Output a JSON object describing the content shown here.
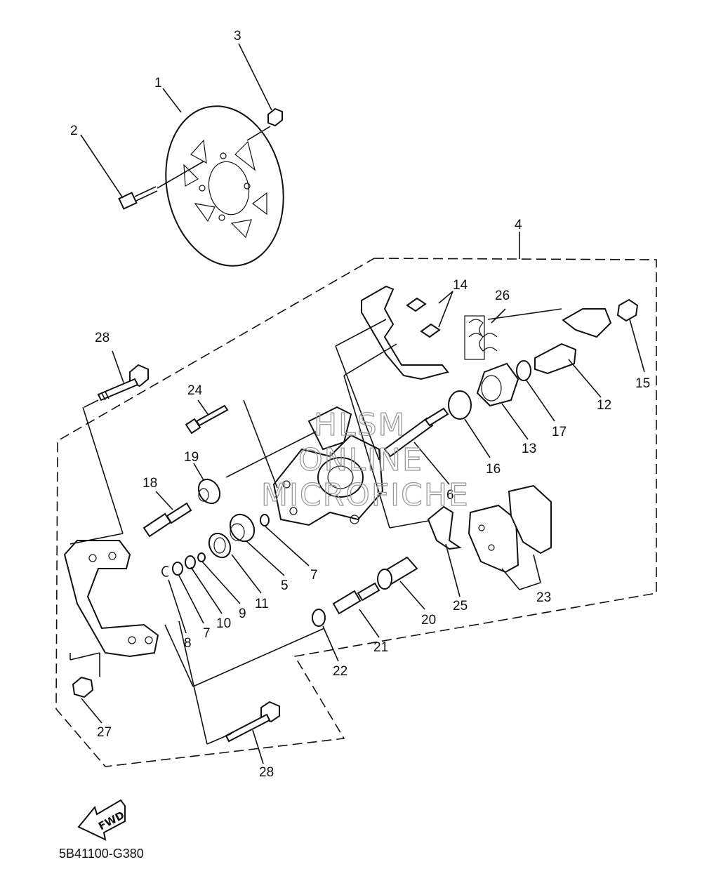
{
  "diagram": {
    "part_labels": {
      "p1": "1",
      "p2": "2",
      "p3": "3",
      "p4": "4",
      "p5": "5",
      "p6": "6",
      "p7a": "7",
      "p7b": "7",
      "p8": "8",
      "p9": "9",
      "p10": "10",
      "p11": "11",
      "p12": "12",
      "p13": "13",
      "p14": "14",
      "p15": "15",
      "p16": "16",
      "p17": "17",
      "p18": "18",
      "p19": "19",
      "p20": "20",
      "p21": "21",
      "p22": "22",
      "p23": "23",
      "p24": "24",
      "p25": "25",
      "p26": "26",
      "p27": "27",
      "p28a": "28",
      "p28b": "28"
    },
    "watermark": [
      "HLSM",
      "ONLINE",
      "MICROFICHE"
    ],
    "fwd_label": "FWD",
    "diagram_code": "5B41100-G380"
  }
}
